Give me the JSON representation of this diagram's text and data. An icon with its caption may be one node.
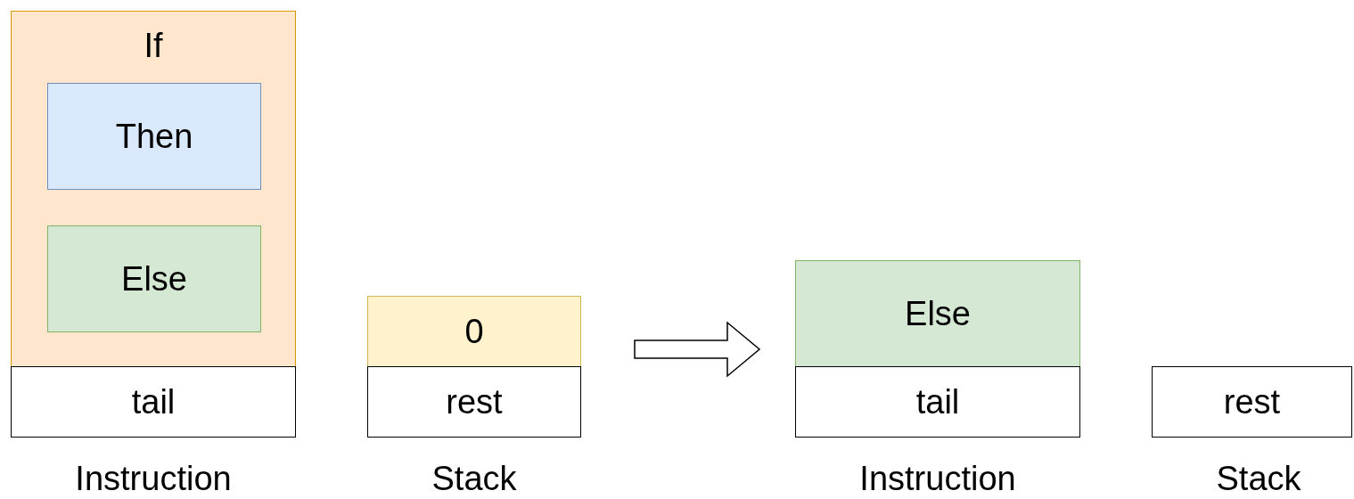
{
  "diagram": {
    "nodes": [
      {
        "text": [
          "If"
        ]
      },
      {
        "text": [
          "Then"
        ],
        "in": 0
      },
      {
        "text": [
          "Else"
        ],
        "in": 0
      },
      {
        "text": [
          "tail"
        ]
      },
      {
        "text": [
          "0"
        ]
      },
      {
        "text": [
          "rest"
        ]
      },
      {
        "text": [
          "Else"
        ]
      },
      {
        "text": [
          "tail"
        ]
      },
      {
        "text": [
          "rest"
        ]
      }
    ],
    "edges": [
      {
        "from": 4,
        "to": 6,
        "arrow": "to",
        "style": "thick"
      }
    ],
    "labels": [
      "Instruction",
      "Stack",
      "Instruction",
      "Stack"
    ]
  }
}
